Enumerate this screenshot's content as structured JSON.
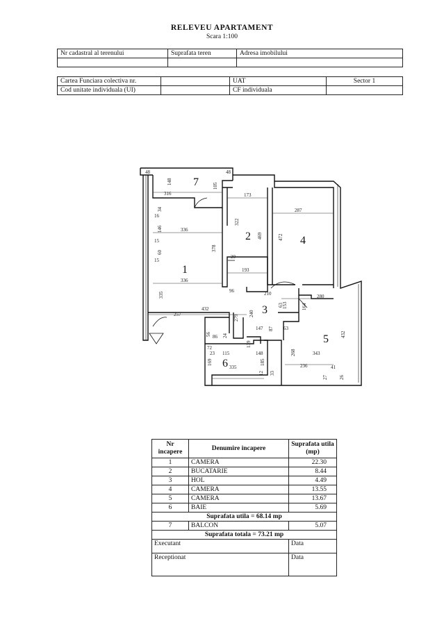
{
  "header": {
    "title": "RELEVEU APARTAMENT",
    "scale": "Scara 1:100"
  },
  "cadastral_table": {
    "col1": "Nr cadastral al terenului",
    "col2": "Suprafata teren",
    "col3": "Adresa imobilului"
  },
  "cf_table": {
    "row1_label": "Cartea Funciara colectiva nr.",
    "row1_uat": "UAT",
    "row1_sector": "Sector  1",
    "row2_label": "Cod unitate individuala (UI)",
    "row2_cf": "CF individuala"
  },
  "plan": {
    "room_numbers": [
      "1",
      "2",
      "3",
      "4",
      "5",
      "6",
      "7"
    ],
    "dimensions": {
      "d48": "48",
      "d148": "148",
      "d316": "316",
      "d105": "105",
      "d173": "173",
      "d287": "287",
      "d34": "34",
      "d16": "16",
      "d336a": "336",
      "d146": "146",
      "d15a": "15",
      "d60": "60",
      "d15b": "15",
      "d322": "322",
      "d469": "469",
      "d472": "472",
      "d378": "378",
      "d20": "20",
      "d193": "193",
      "d336b": "336",
      "d335a": "335",
      "d96": "96",
      "d210": "210",
      "d280": "280",
      "d63a": "63",
      "d153": "153",
      "d164": "164",
      "d432a": "432",
      "d257": "257",
      "d279": "279",
      "d240": "240",
      "d147": "147",
      "d87": "87",
      "d56": "56",
      "d86": "86",
      "d24": "24",
      "d139": "139",
      "d63b": "63",
      "d432b": "432",
      "d72": "72",
      "d23": "23",
      "d115": "115",
      "d148b": "148",
      "d268": "268",
      "d343": "343",
      "d169": "169",
      "d185": "185",
      "d335b": "335",
      "d236": "236",
      "d41": "41",
      "d12": "12",
      "d33": "33",
      "d27": "27",
      "d26": "26"
    }
  },
  "rooms_table": {
    "headers": {
      "nr": "Nr incapere",
      "name": "Denumire incapere",
      "area": "Suprafata utila (mp)"
    },
    "rows": [
      {
        "nr": "1",
        "name": "CAMERA",
        "area": "22.30"
      },
      {
        "nr": "2",
        "name": "BUCATARIE",
        "area": "8.44"
      },
      {
        "nr": "3",
        "name": "HOL",
        "area": "4.49"
      },
      {
        "nr": "4",
        "name": "CAMERA",
        "area": "13.55"
      },
      {
        "nr": "5",
        "name": "CAMERA",
        "area": "13.67"
      },
      {
        "nr": "6",
        "name": "BAIE",
        "area": "5.69"
      }
    ],
    "useful_total": "Suprafata utila = 68.14 mp",
    "balcony": {
      "nr": "7",
      "name": "BALCON",
      "area": "5.07"
    },
    "grand_total": "Suprafata totala = 73.21 mp",
    "executant": "Executant",
    "receptionat": "Receptionat",
    "data_label": "Data"
  }
}
